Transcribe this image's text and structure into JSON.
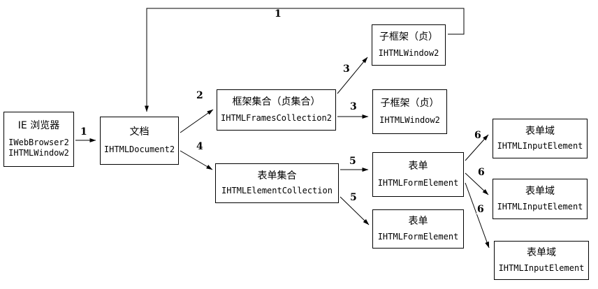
{
  "diagram": {
    "background_color": "#ffffff",
    "line_color": "#000000",
    "text_color": "#000000",
    "nodes": {
      "ie_browser": {
        "title": "IE 浏览器",
        "lines": [
          "IWebBrowser2",
          "IHTMLWindow2"
        ]
      },
      "document": {
        "title": "文档",
        "lines": [
          "IHTMLDocument2"
        ]
      },
      "frames_collection": {
        "title": "框架集合（贞集合）",
        "lines": [
          "IHTMLFramesCollection2"
        ]
      },
      "subframe_top": {
        "title": "子框架（贞）",
        "lines": [
          "IHTMLWindow2"
        ]
      },
      "subframe_mid": {
        "title": "子框架（贞）",
        "lines": [
          "IHTMLWindow2"
        ]
      },
      "forms_collection": {
        "title": "表单集合",
        "lines": [
          "IHTMLElementCollection"
        ]
      },
      "form_1": {
        "title": "表单",
        "lines": [
          "IHTMLFormElement"
        ]
      },
      "form_2": {
        "title": "表单",
        "lines": [
          "IHTMLFormElement"
        ]
      },
      "form_field_1": {
        "title": "表单域",
        "lines": [
          "IHTMLInputElement"
        ]
      },
      "form_field_2": {
        "title": "表单域",
        "lines": [
          "IHTMLInputElement"
        ]
      },
      "form_field_3": {
        "title": "表单域",
        "lines": [
          "IHTMLInputElement"
        ]
      }
    },
    "edge_labels": {
      "browser_to_document": "1",
      "subframe_loop_to_document": "1",
      "document_to_frames": "2",
      "frames_to_subframe_top": "3",
      "frames_to_subframe_mid": "3",
      "document_to_forms": "4",
      "forms_to_form_1": "5",
      "forms_to_form_2": "5",
      "form_to_field_1": "6",
      "form_to_field_2": "6",
      "form_to_field_3": "6"
    }
  }
}
